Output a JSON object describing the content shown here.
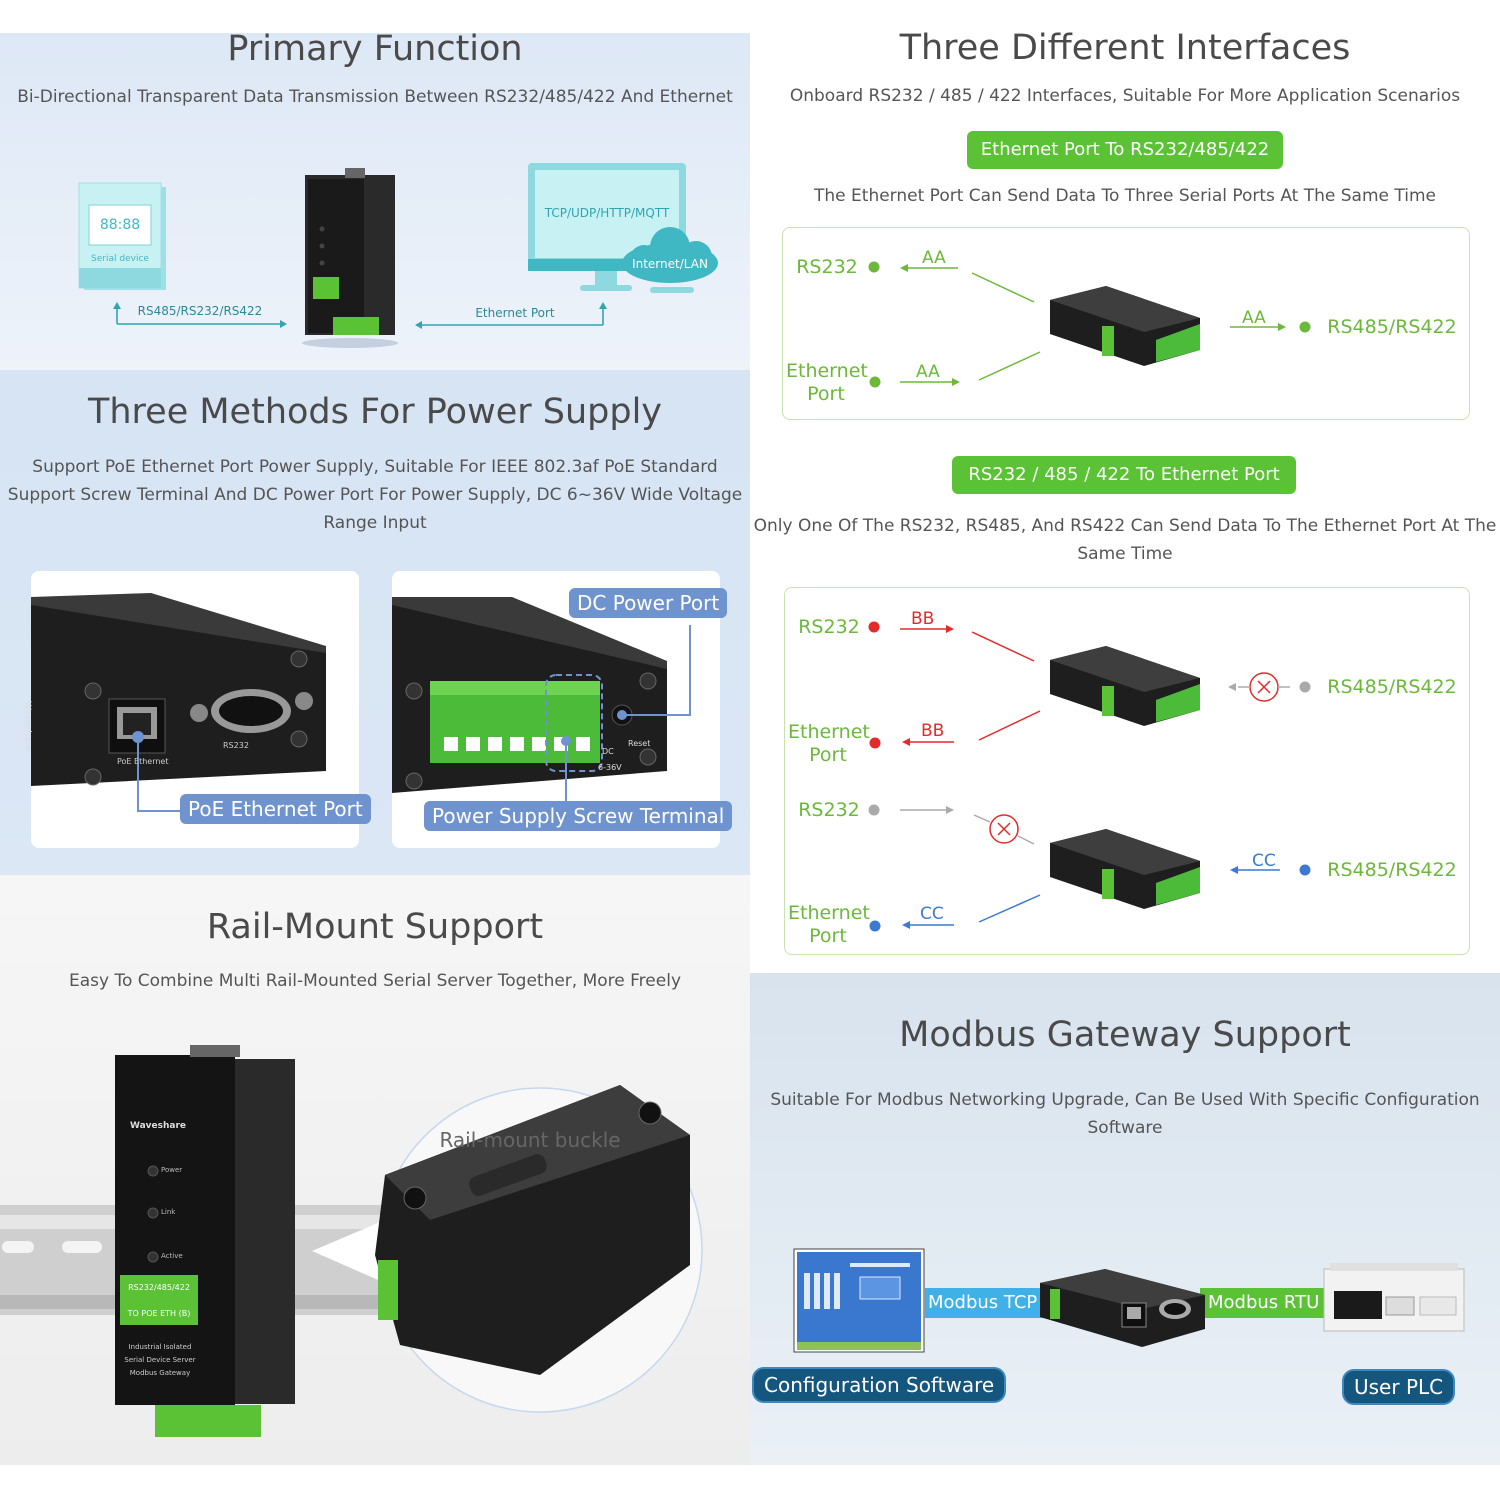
{
  "primary": {
    "title": "Primary Function",
    "subtitle": "Bi-Directional Transparent Data Transmission Between RS232/485/422 And Ethernet",
    "serial_device_display": "88:88",
    "serial_device_label": "Serial device",
    "monitor_text": "TCP/UDP/HTTP/MQTT",
    "cloud_text": "Internet/LAN",
    "left_arrow_label": "RS485/RS232/RS422",
    "right_arrow_label": "Ethernet Port"
  },
  "power": {
    "title": "Three Methods For Power Supply",
    "subtitle_lines": [
      "Support PoE Ethernet Port Power Supply, Suitable For IEEE 802.3af PoE Standard",
      "Support Screw Terminal And DC Power Port For Power Supply, DC 6~36V Wide Voltage",
      "Range Input"
    ],
    "poe_label": "PoE Ethernet Port",
    "dc_label": "DC Power Port",
    "screw_label": "Power Supply Screw Terminal",
    "device_brand": "Waveshare",
    "rs232_mark": "RS232",
    "poe_mark": "PoE Ethernet",
    "dc_mark": "DC",
    "reset_mark": "Reset",
    "volt_mark": "6-36V"
  },
  "rail": {
    "title": "Rail-Mount Support",
    "subtitle": "Easy To Combine Multi Rail-Mounted Serial Server Together, More Freely",
    "buckle_label": "Rail-mount buckle",
    "device_brand": "Waveshare",
    "led_labels": [
      "Power",
      "Link",
      "Active"
    ],
    "green_lines": [
      "RS232/485/422",
      "TO POE ETH (B)"
    ],
    "info_lines": [
      "Industrial Isolated",
      "Serial Device Server",
      "Modbus Gateway"
    ]
  },
  "interfaces": {
    "title": "Three Different Interfaces",
    "subtitle": "Onboard RS232 / 485 / 422 Interfaces, Suitable For More Application Scenarios",
    "pill1": "Ethernet Port To RS232/485/422",
    "desc1": "The Ethernet Port Can Send Data To Three Serial Ports At The Same Time",
    "pill2": "RS232 / 485 / 422 To Ethernet Port",
    "desc2_lines": [
      "Only One Of The RS232, RS485, And RS422 Can Send Data To The Ethernet Port At The",
      "Same Time"
    ],
    "d1": {
      "rs232": "RS232",
      "eth1": "Ethernet",
      "eth2": "Port",
      "rs485": "RS485/RS422",
      "aa": "AA"
    },
    "d2": {
      "rs232": "RS232",
      "eth1": "Ethernet",
      "eth2": "Port",
      "rs485": "RS485/RS422",
      "bb": "BB",
      "cc": "CC"
    }
  },
  "modbus": {
    "title": "Modbus Gateway Support",
    "subtitle_lines": [
      "Suitable For Modbus Networking Upgrade, Can Be Used With Specific Configuration",
      "Software"
    ],
    "tcp_label": "Modbus TCP",
    "rtu_label": "Modbus RTU",
    "config_label": "Configuration Software",
    "plc_label": "User PLC"
  },
  "colors": {
    "green": "#6cb83a",
    "red": "#e32b2b",
    "blue": "#3c7ad2",
    "label_blue": "#6f93cf",
    "navy": "#15567f"
  }
}
